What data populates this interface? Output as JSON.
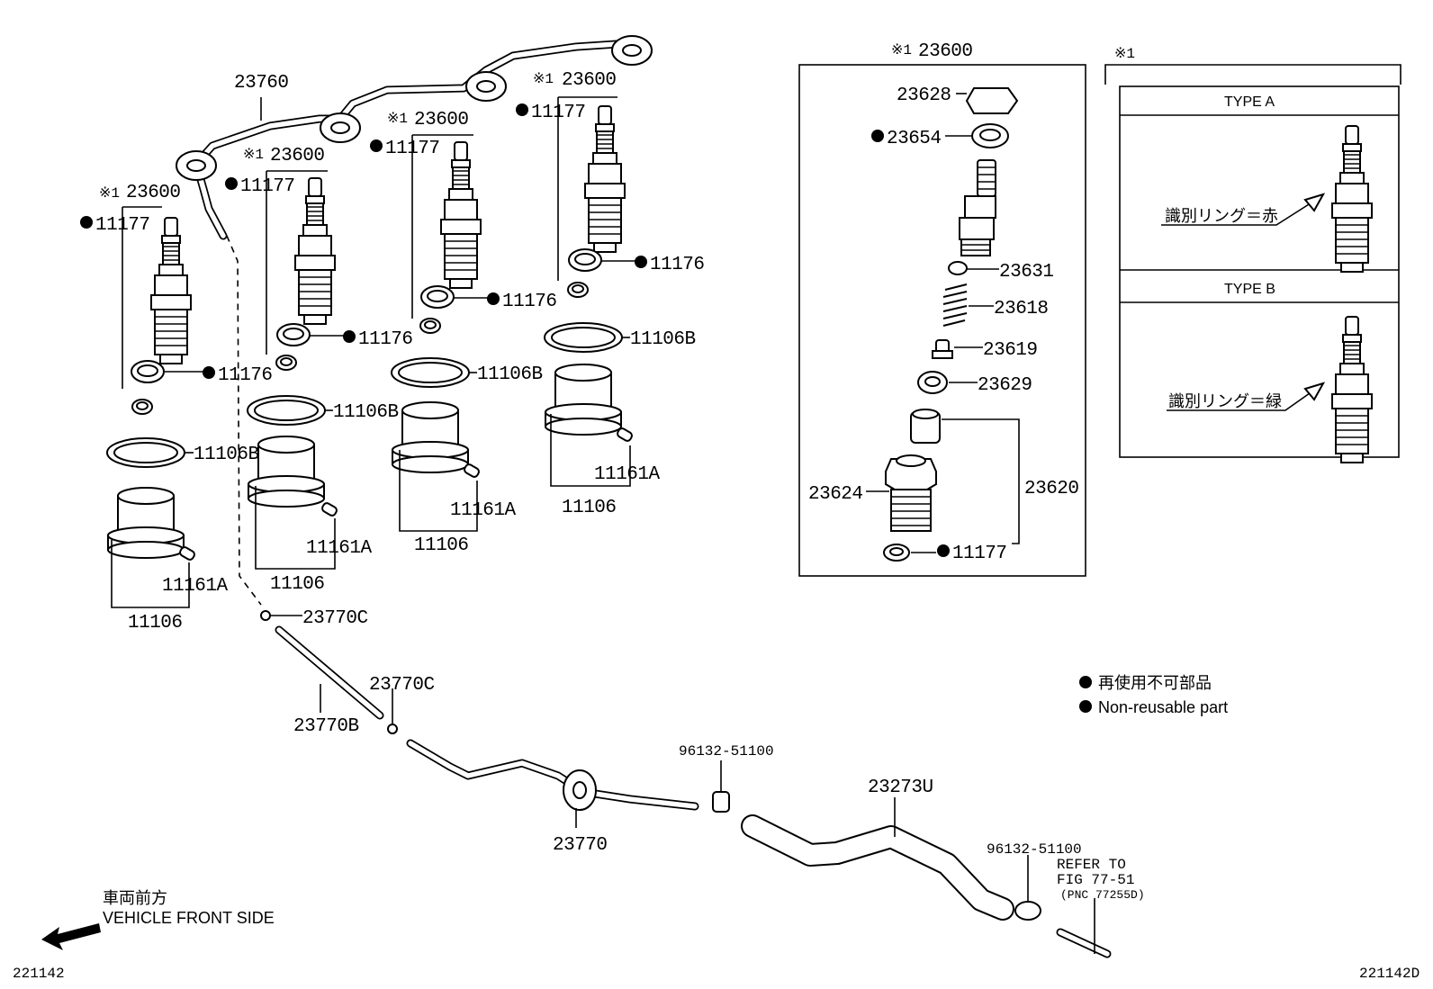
{
  "labels": {
    "p23760": "23760",
    "p23600": "23600",
    "p11177": "11177",
    "p11176": "11176",
    "p11106B": "11106B",
    "p11161A": "11161A",
    "p11106": "11106",
    "p23770C": "23770C",
    "p23770B": "23770B",
    "p23770": "23770",
    "p96132": "96132-51100",
    "p23273U": "23273U",
    "p23628": "23628",
    "p23654": "23654",
    "p23631": "23631",
    "p23618": "23618",
    "p23619": "23619",
    "p23629": "23629",
    "p23624": "23624",
    "p23620": "23620",
    "ref_mark": "※1"
  },
  "types": {
    "type_a": "TYPE A",
    "type_b": "TYPE B",
    "ring_red": "識別リング＝赤",
    "ring_green": "識別リング＝緑"
  },
  "legend": {
    "jp": "再使用不可部品",
    "en": "Non-reusable part"
  },
  "refer": {
    "line1": "REFER TO",
    "line2": "FIG 77-51",
    "line3": "(PNC 77255D)"
  },
  "direction": {
    "jp": "車両前方",
    "en": "VEHICLE FRONT SIDE"
  },
  "footer": {
    "left_id": "221142",
    "right_id": "221142D"
  }
}
